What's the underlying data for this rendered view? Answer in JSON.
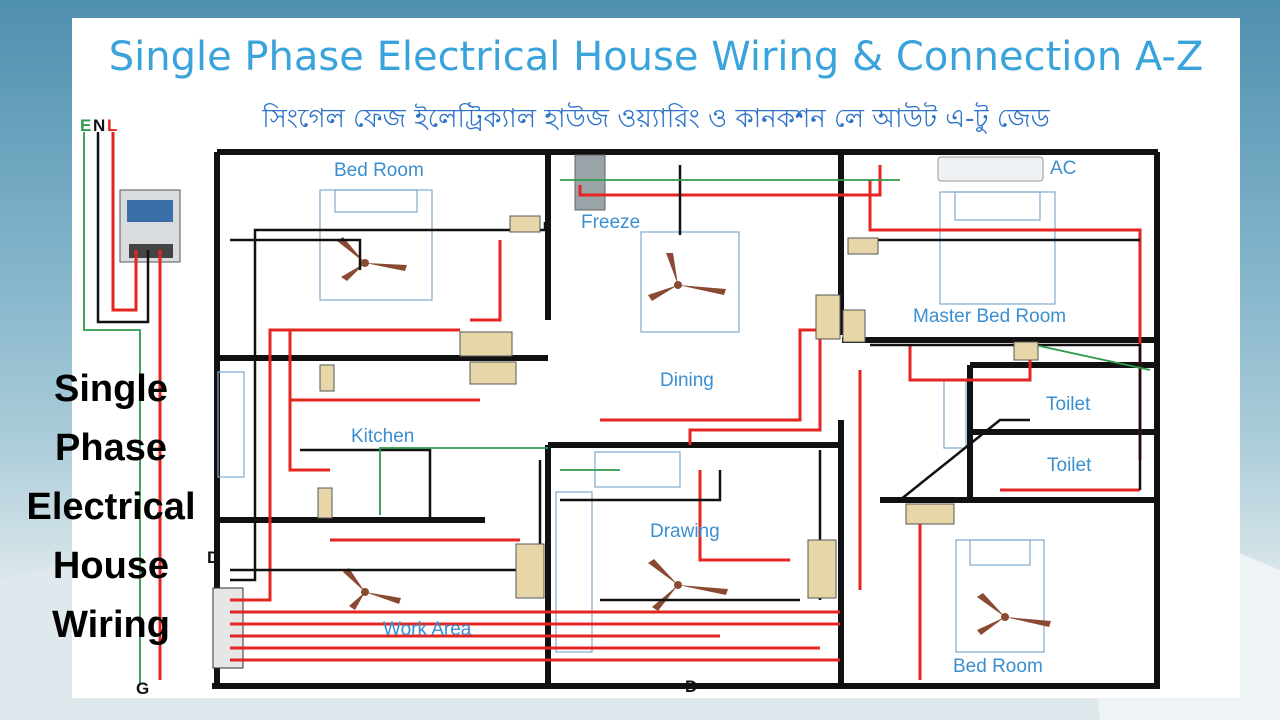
{
  "title": "Single Phase Electrical House Wiring & Connection A-Z",
  "subtitle": "সিংগেল ফেজ ইলেট্রিক্যাল হাউজ ওয়্যারিং ও কানকশন লে আউট এ-টু জেড",
  "side_caption": [
    "Single",
    "Phase",
    "Electrical",
    "House",
    "Wiring"
  ],
  "supply_labels": {
    "e": "E",
    "n": "N",
    "l": "L",
    "ground": "G"
  },
  "door_labels": {
    "left": "D",
    "bottom": "D"
  },
  "rooms": {
    "bed_room_1": "Bed Room",
    "freeze": "Freeze",
    "ac": "AC",
    "dining": "Dining",
    "master_bed_room": "Master Bed Room",
    "kitchen": "Kitchen",
    "toilet_1": "Toilet",
    "toilet_2": "Toilet",
    "drawing": "Drawing",
    "work_area": "Work Area",
    "bed_room_2": "Bed Room"
  },
  "colors": {
    "phase": "#e52521",
    "neutral": "#111111",
    "earth": "#2e9a4a",
    "label": "#3a8fd0",
    "title": "#3aa3dc"
  }
}
